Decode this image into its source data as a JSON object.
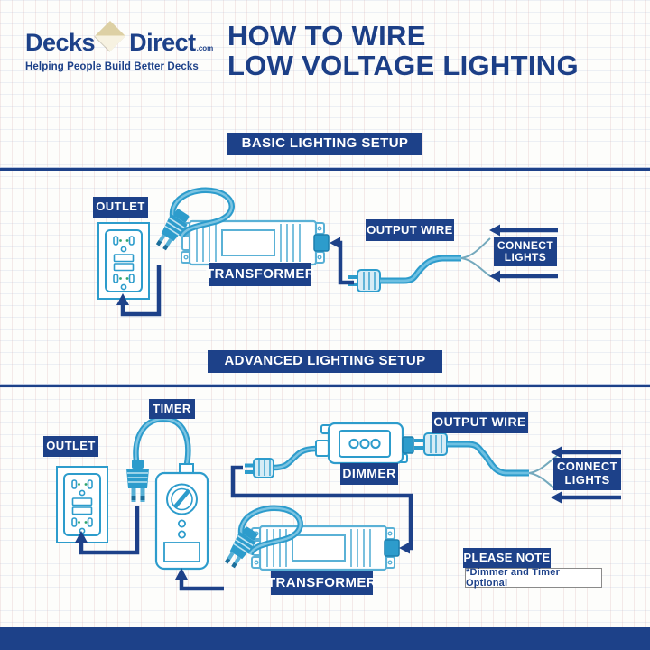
{
  "header": {
    "logo": {
      "word1": "Decks",
      "word2": "Direct",
      "tld": ".com",
      "tagline": "Helping People Build Better Decks"
    },
    "title": {
      "line1": "HOW TO WIRE",
      "line2": "LOW VOLTAGE LIGHTING"
    }
  },
  "colors": {
    "navy": "#1d4189",
    "teal": "#2d9ccc",
    "teal_light": "#7cc4e2",
    "tan": "#ddd0a4",
    "background": "#fdfdfb"
  },
  "basic": {
    "section_title": "BASIC LIGHTING SETUP",
    "outlet_label": "OUTLET",
    "transformer_label": "TRANSFORMER",
    "output_wire_label": "OUTPUT WIRE",
    "connect_line1": "CONNECT",
    "connect_line2": "LIGHTS"
  },
  "advanced": {
    "section_title": "ADVANCED LIGHTING SETUP",
    "timer_label": "TIMER",
    "outlet_label": "OUTLET",
    "dimmer_label": "DIMMER",
    "transformer_label": "TRANSFORMER",
    "output_wire_label": "OUTPUT WIRE",
    "connect_line1": "CONNECT",
    "connect_line2": "LIGHTS"
  },
  "note": {
    "title": "PLEASE NOTE",
    "text": "*Dimmer and Timer Optional"
  }
}
